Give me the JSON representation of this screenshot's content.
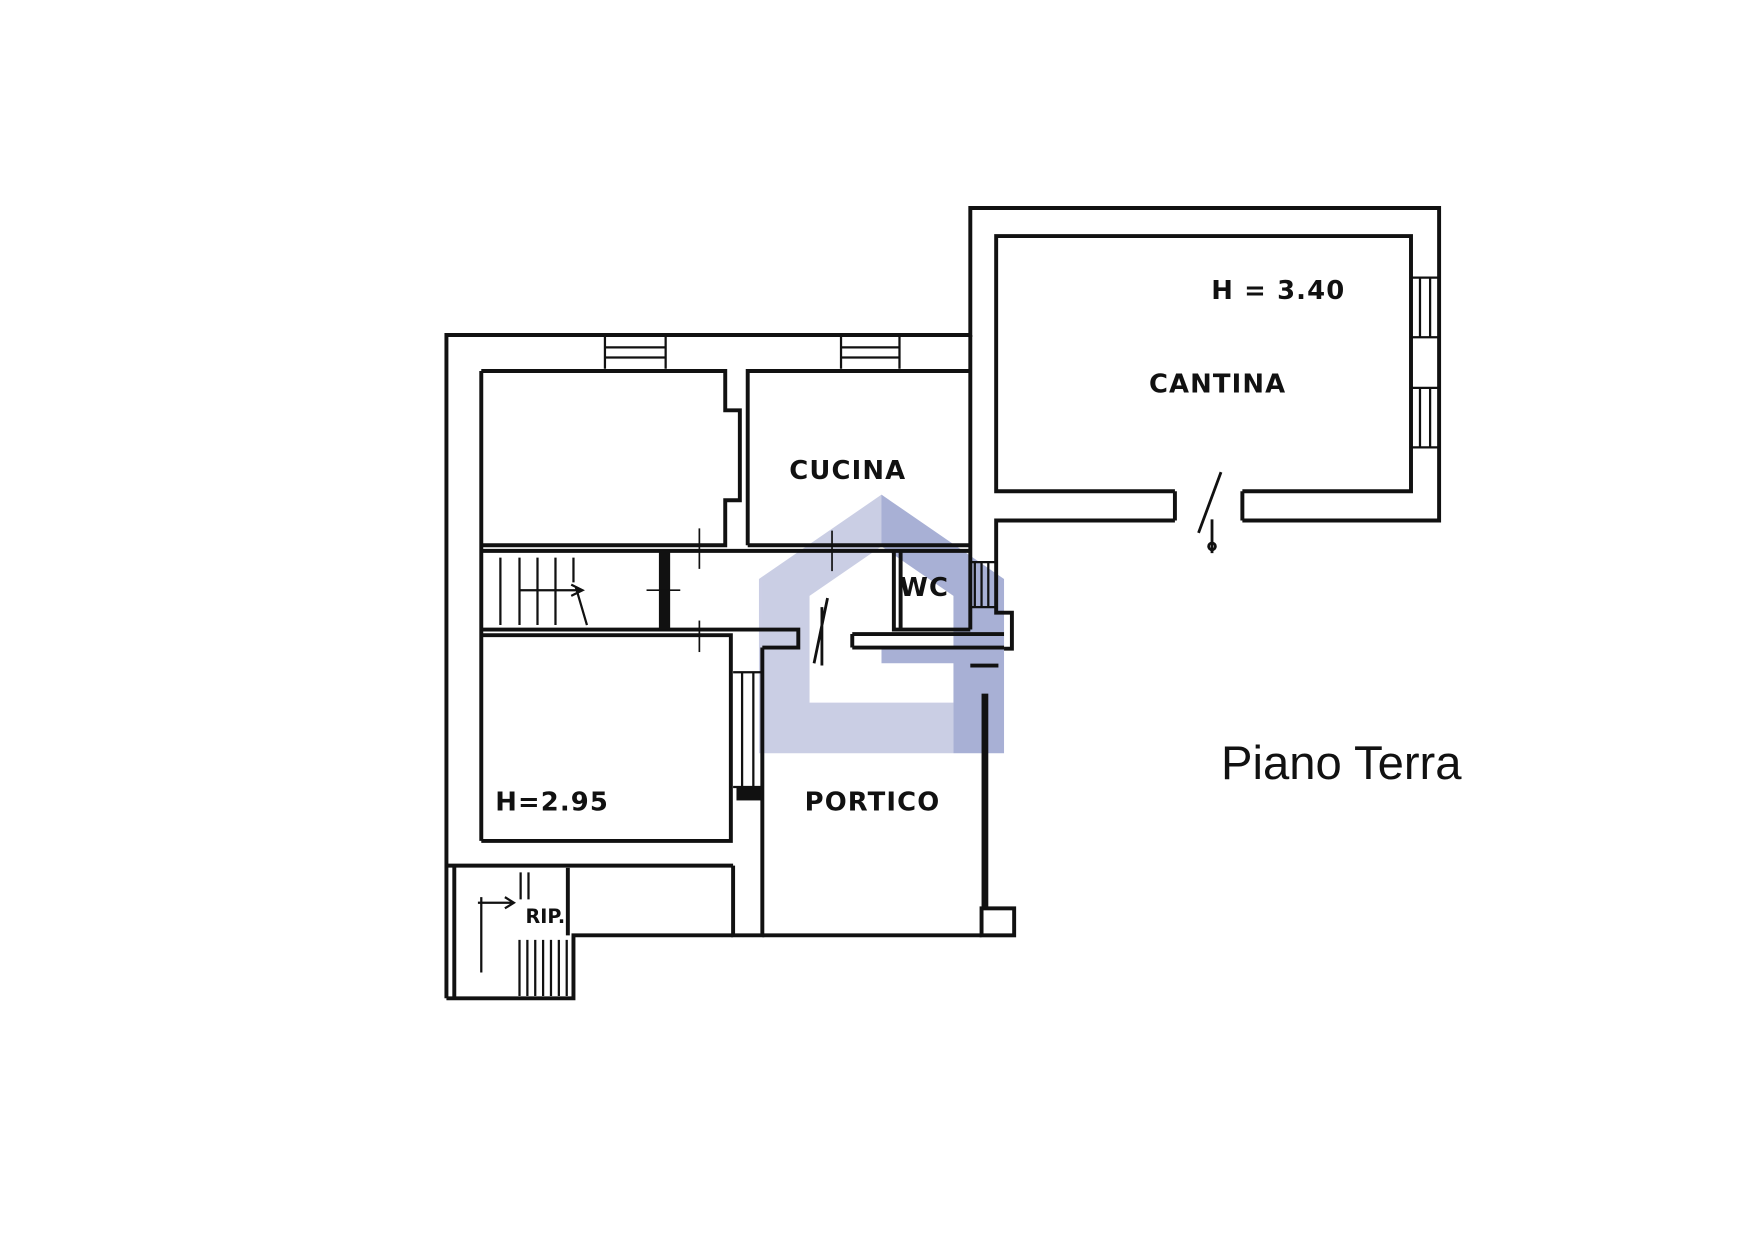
{
  "plan": {
    "floor_title": "Piano Terra",
    "cantina": {
      "label": "CANTINA",
      "height": "H = 3.40"
    },
    "cucina": {
      "label": "CUCINA"
    },
    "wc": {
      "label": "WC"
    },
    "portico": {
      "label": "PORTICO"
    },
    "left_room": {
      "height": "H=2.95"
    },
    "ripostiglio": {
      "label": "RIP."
    }
  },
  "logo": {
    "icon": "house-logo-icon"
  },
  "colors": {
    "background": "#ffffff",
    "wall": "#111111",
    "text": "#111111",
    "logo_light": "#c5c9e2",
    "logo_dark": "#9fa8d1"
  }
}
